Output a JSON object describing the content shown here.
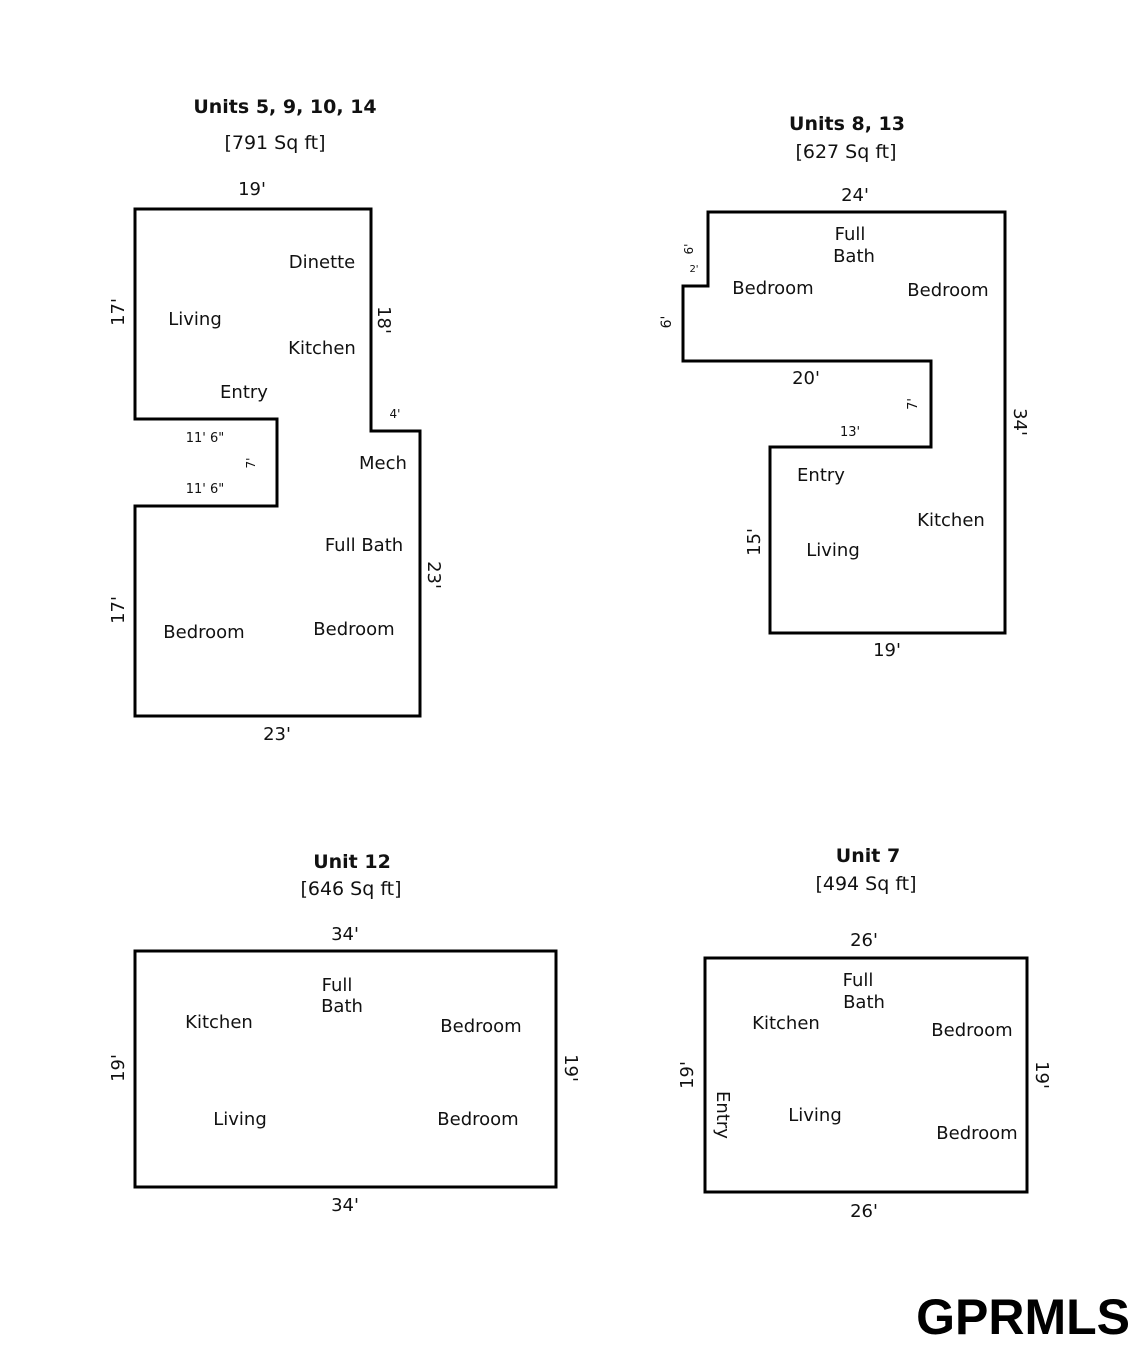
{
  "units": [
    {
      "title": "Units 5, 9, 10, 14",
      "area": "[791 Sq ft]",
      "dims": [
        "19'",
        "17'",
        "18'",
        "4'",
        "11' 6\"",
        "7'",
        "11' 6\"",
        "23'",
        "17'",
        "23'"
      ],
      "rooms": [
        "Dinette",
        "Living",
        "Kitchen",
        "Entry",
        "Mech",
        "Full Bath",
        "Bedroom",
        "Bedroom"
      ]
    },
    {
      "title": "Units 8, 13",
      "area": "[627 Sq ft]",
      "dims": [
        "24'",
        "6'",
        "2'",
        "6'",
        "20'",
        "7'",
        "13'",
        "34'",
        "15'",
        "19'"
      ],
      "rooms": [
        "Full",
        "Bath",
        "Bedroom",
        "Bedroom",
        "Entry",
        "Kitchen",
        "Living"
      ]
    },
    {
      "title": "Unit 12",
      "area": "[646 Sq ft]",
      "dims": [
        "34'",
        "19'",
        "19'",
        "34'"
      ],
      "rooms": [
        "Full",
        "Bath",
        "Kitchen",
        "Bedroom",
        "Living",
        "Bedroom"
      ]
    },
    {
      "title": "Unit 7",
      "area": "[494 Sq ft]",
      "dims": [
        "26'",
        "19'",
        "19'",
        "26'"
      ],
      "rooms": [
        "Full",
        "Bath",
        "Kitchen",
        "Bedroom",
        "Entry",
        "Living",
        "Bedroom"
      ]
    }
  ],
  "logo": "GPRMLS"
}
